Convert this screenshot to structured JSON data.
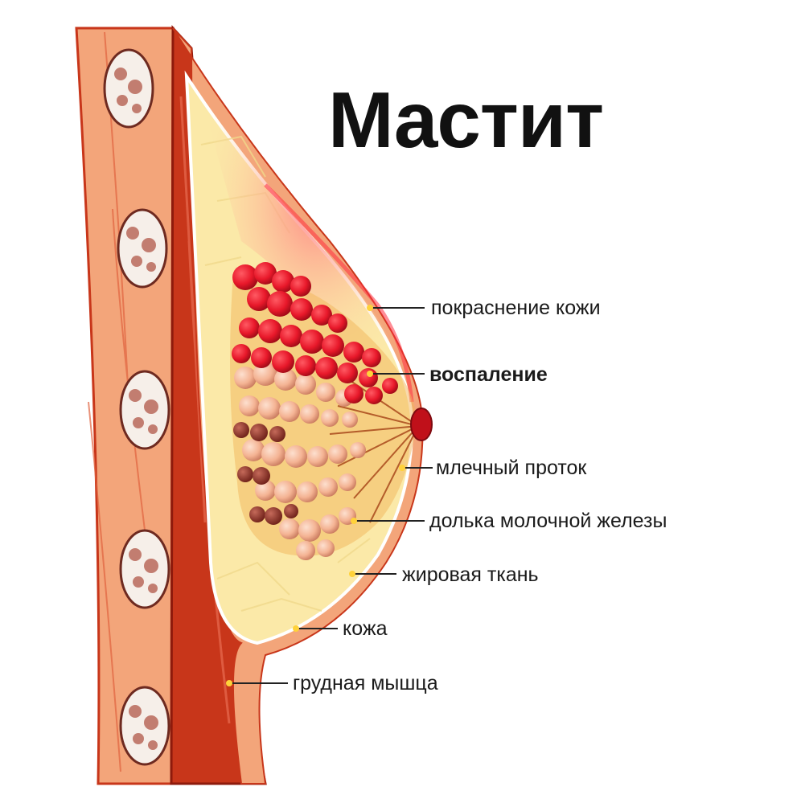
{
  "title": "Мастит",
  "labels": {
    "skin_redness": "покраснение кожи",
    "inflammation": "воспаление",
    "milk_duct": "млечный проток",
    "mammary_lobule": "долька молочной железы",
    "fatty_tissue": "жировая ткань",
    "skin": "кожа",
    "pectoral_muscle": "грудная мышца"
  },
  "colors": {
    "skin_layer": "#f3a57a",
    "muscle": "#c8361a",
    "fat": "#fbe9a8",
    "inflammation": "#e8182a",
    "lobule": "#f4b393",
    "nipple": "#c0101a",
    "leader_line": "#222222"
  }
}
